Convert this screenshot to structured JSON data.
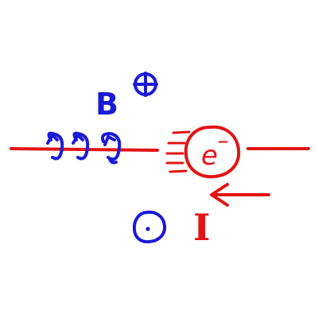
{
  "labels": {
    "magnetic_field": "B",
    "electron": "e",
    "electron_charge": "−",
    "current": "I"
  },
  "symbols": {
    "into_page": "cross-circle-icon",
    "out_of_page": "dot-circle-icon",
    "field_loops": "field-loop-icon",
    "current_direction": "arrow-left-icon"
  },
  "colors": {
    "wire": "#e31414",
    "field": "#1a1ad6",
    "background": "#ffffff"
  }
}
